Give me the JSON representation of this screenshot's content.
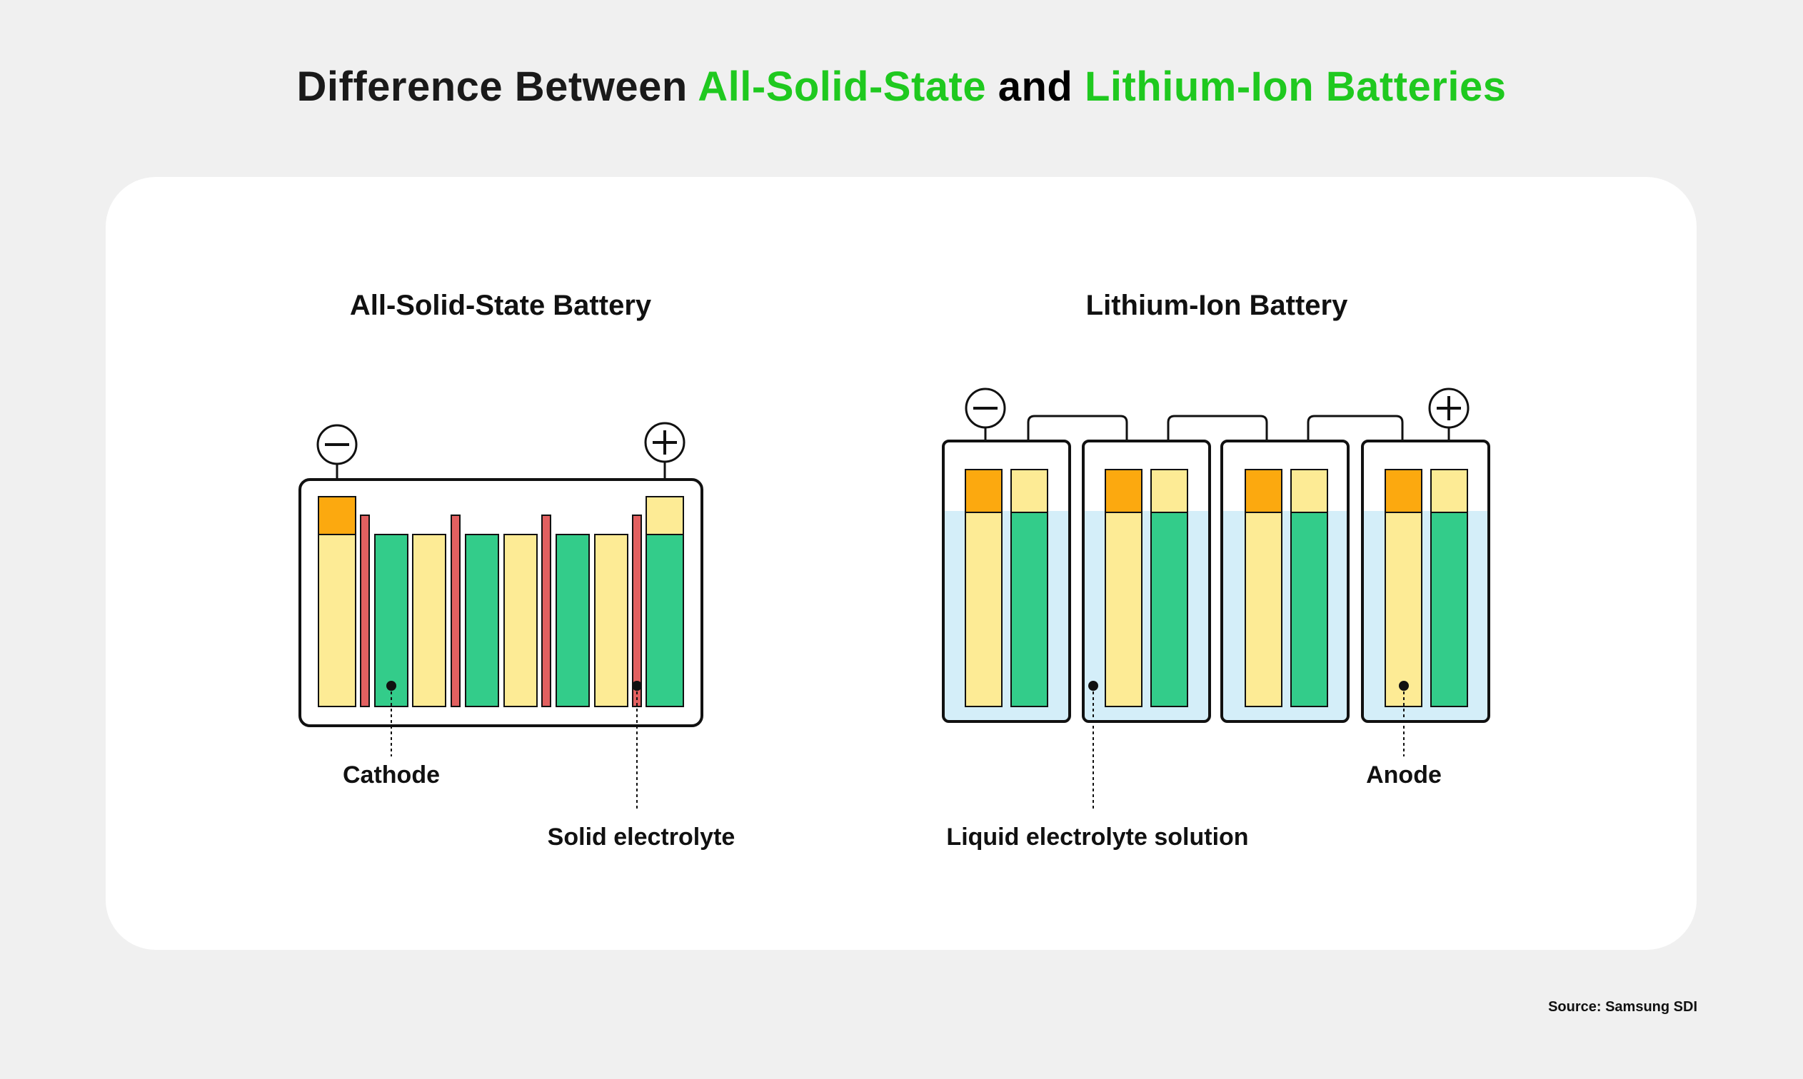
{
  "title": {
    "part1": "Difference Between ",
    "part2": "All-Solid-State",
    "part3": " and ",
    "part4": "Lithium-Ion Batteries"
  },
  "solid_state": {
    "heading": "All-Solid-State Battery",
    "labels": {
      "cathode": "Cathode",
      "solid_electrolyte": "Solid electrolyte"
    },
    "terminals": {
      "negative": "−",
      "positive": "+"
    }
  },
  "lithium_ion": {
    "heading": "Lithium-Ion Battery",
    "labels": {
      "liquid_electrolyte": "Liquid electrolyte solution",
      "anode": "Anode"
    },
    "terminals": {
      "negative": "−",
      "positive": "+"
    }
  },
  "source": "Source: Samsung SDI",
  "colors": {
    "accent_green": "#1fc91f",
    "cathode_yellow": "#fdeb95",
    "anode_green": "#33cc8a",
    "electrolyte_red": "#e26060",
    "collector_orange": "#fca90f",
    "liquid_blue": "#d4eef9"
  }
}
